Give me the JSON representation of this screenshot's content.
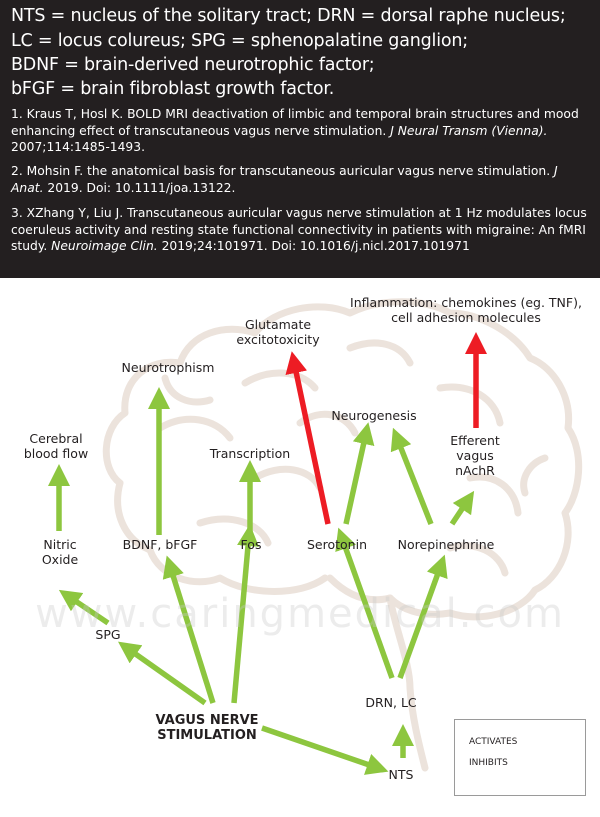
{
  "abbreviations": [
    "NTS = nucleus of the solitary tract; DRN = dorsal raphe nucleus;",
    "LC = locus colureus; SPG = sphenopalatine ganglion;",
    "BDNF = brain-derived neurotrophic factor;",
    "bFGF = brain fibroblast growth  factor."
  ],
  "references": [
    {
      "text": "1. Kraus T, Hosl K. BOLD MRI deactivation of limbic and temporal brain structures and mood enhancing effect of transcutaneous vagus nerve stimulation. ",
      "journal": "J Neural Transm (Vienna).",
      "tail": " 2007;114:1485-1493."
    },
    {
      "text": "2. Mohsin F. the anatomical basis for transcutaneous auricular vagus nerve stimulation. ",
      "journal": "J Anat.",
      "tail": " 2019. Doi: 10.1111/joa.13122."
    },
    {
      "text": "3. XZhang Y, Liu J. Transcutaneous auricular vagus nerve stimulation at 1 Hz modulates locus coeruleus activity and resting state functional connectivity in patients with migraine: An fMRI study. ",
      "journal": "Neuroimage Clin.",
      "tail": " 2019;24:101971. Doi: 10.1016/j.nicl.2017.101971"
    }
  ],
  "nodes": {
    "inflammation": [
      "Inflammation: chemokines (eg. TNF),",
      "cell adhesion molecules"
    ],
    "glutamate": [
      "Glutamate",
      "excitotoxicity"
    ],
    "neurotrophism": [
      "Neurotrophism"
    ],
    "neurogenesis": [
      "Neurogenesis"
    ],
    "cerebral_blood_flow": [
      "Cerebral",
      "blood flow"
    ],
    "transcription": [
      "Transcription"
    ],
    "efferent_vagus": [
      "Efferent",
      "vagus",
      "nAchR"
    ],
    "nitric_oxide": [
      "Nitric",
      "Oxide"
    ],
    "bdnf": [
      "BDNF, bFGF"
    ],
    "fos": [
      "Fos"
    ],
    "serotonin": [
      "Serotonin"
    ],
    "norepinephrine": [
      "Norepinephrine"
    ],
    "spg": [
      "SPG"
    ],
    "drn_lc": [
      "DRN, LC"
    ],
    "vns": [
      "VAGUS NERVE",
      "STIMULATION"
    ],
    "nts": [
      "NTS"
    ]
  },
  "legend": {
    "activates": "ACTIVATES",
    "inhibits": "INHIBITS"
  },
  "watermark": "www.caringmedical.com",
  "colors": {
    "header_bg": "#231f20",
    "activates": "#8dc63f",
    "inhibits": "#ed1c24",
    "brain_outline": "#ece3dc"
  }
}
